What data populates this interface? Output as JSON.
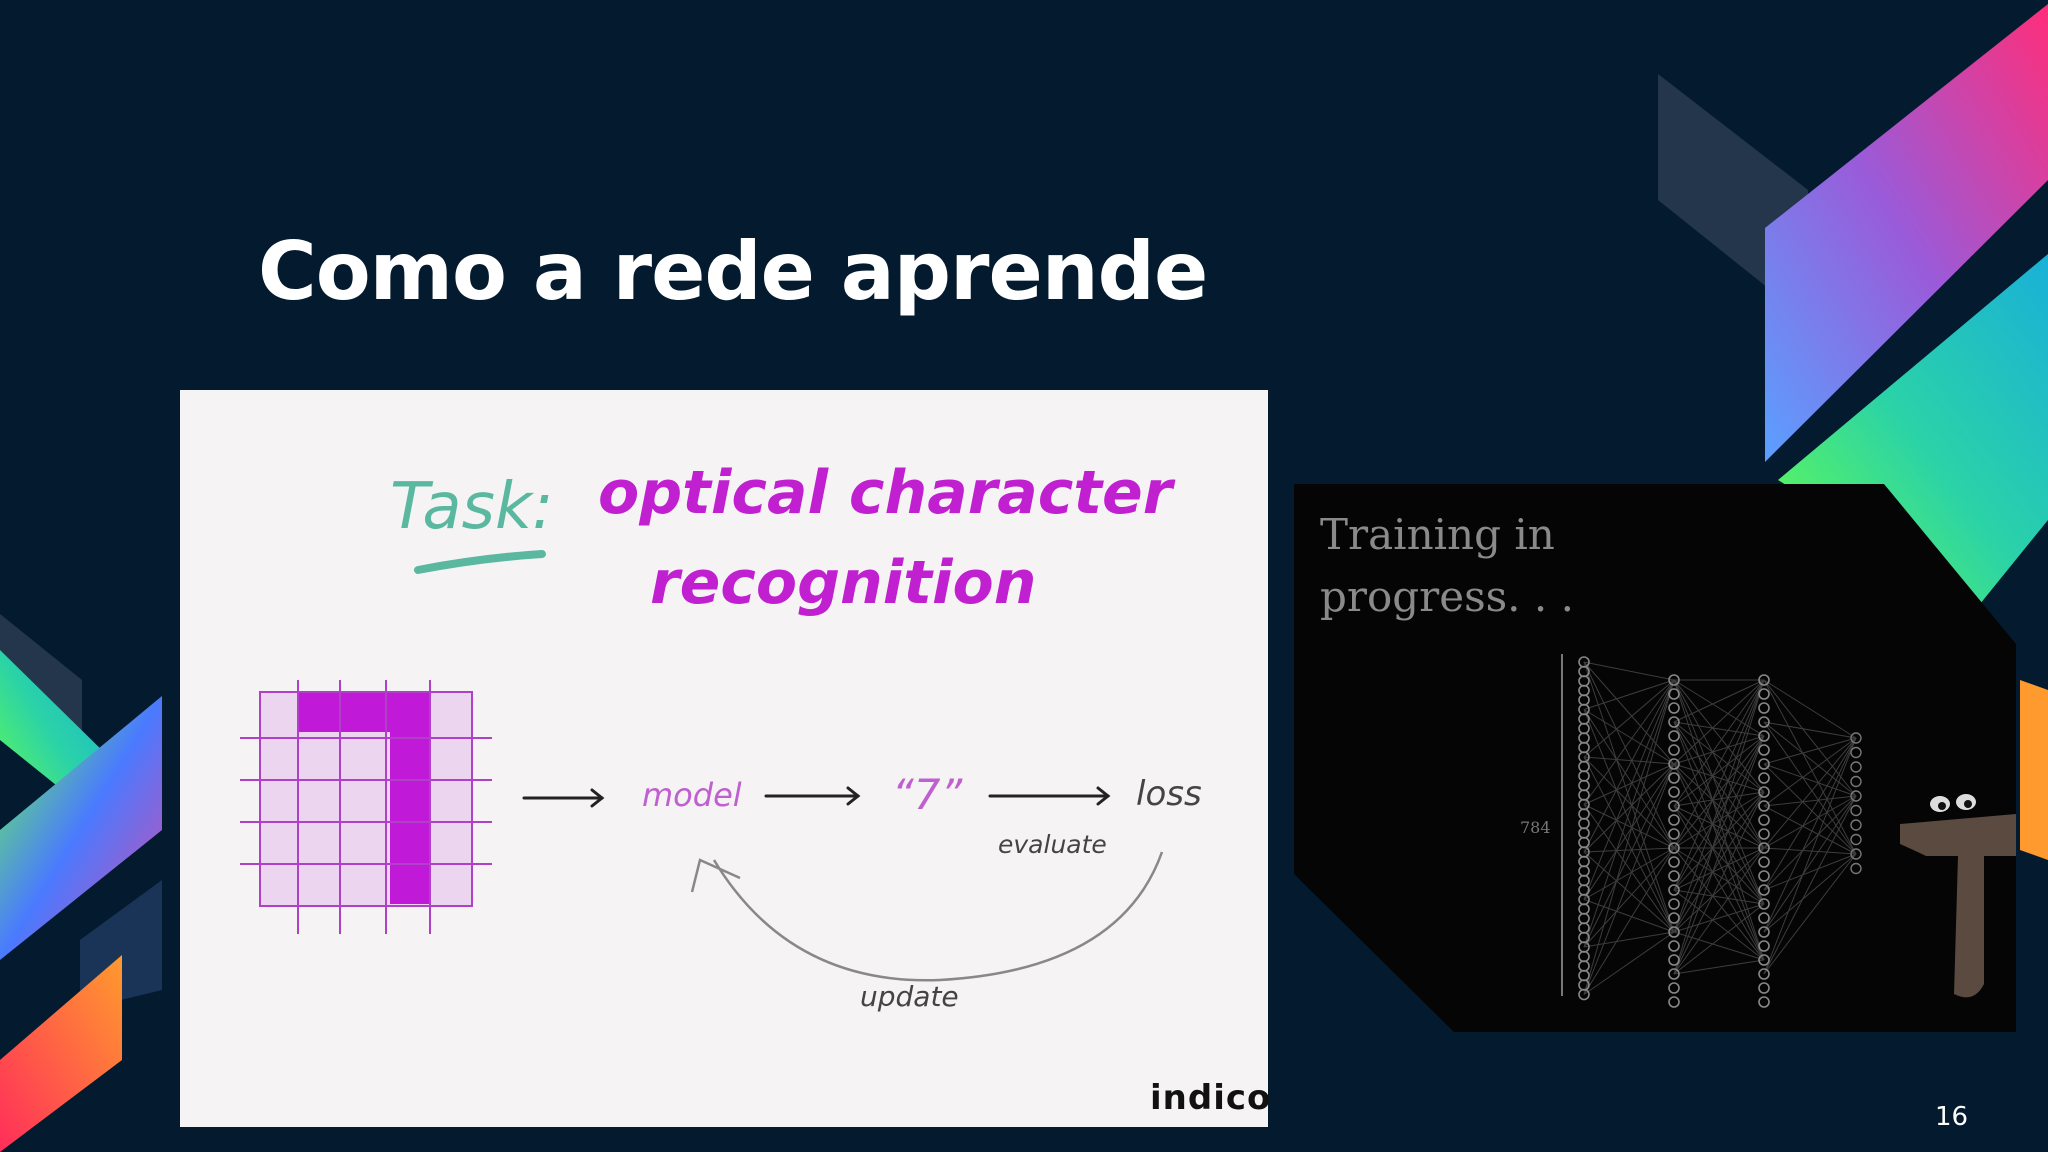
{
  "slide": {
    "title": "Como a rede aprende",
    "page_number": "16"
  },
  "ocr_diagram": {
    "task_label": "Task:",
    "task_line_1": "optical character",
    "task_line_2": "recognition",
    "model_label": "model",
    "prediction_label": "“7”",
    "loss_label": "loss",
    "evaluate_label": "evaluate",
    "update_label": "update",
    "brand": "indico"
  },
  "training_video": {
    "caption_line_1": "Training in",
    "caption_line_2": "progress. . .",
    "input_count": "784"
  },
  "colors": {
    "background": "#041a2e",
    "accent_magenta": "#c020d0",
    "accent_teal": "#5bb8a0"
  }
}
